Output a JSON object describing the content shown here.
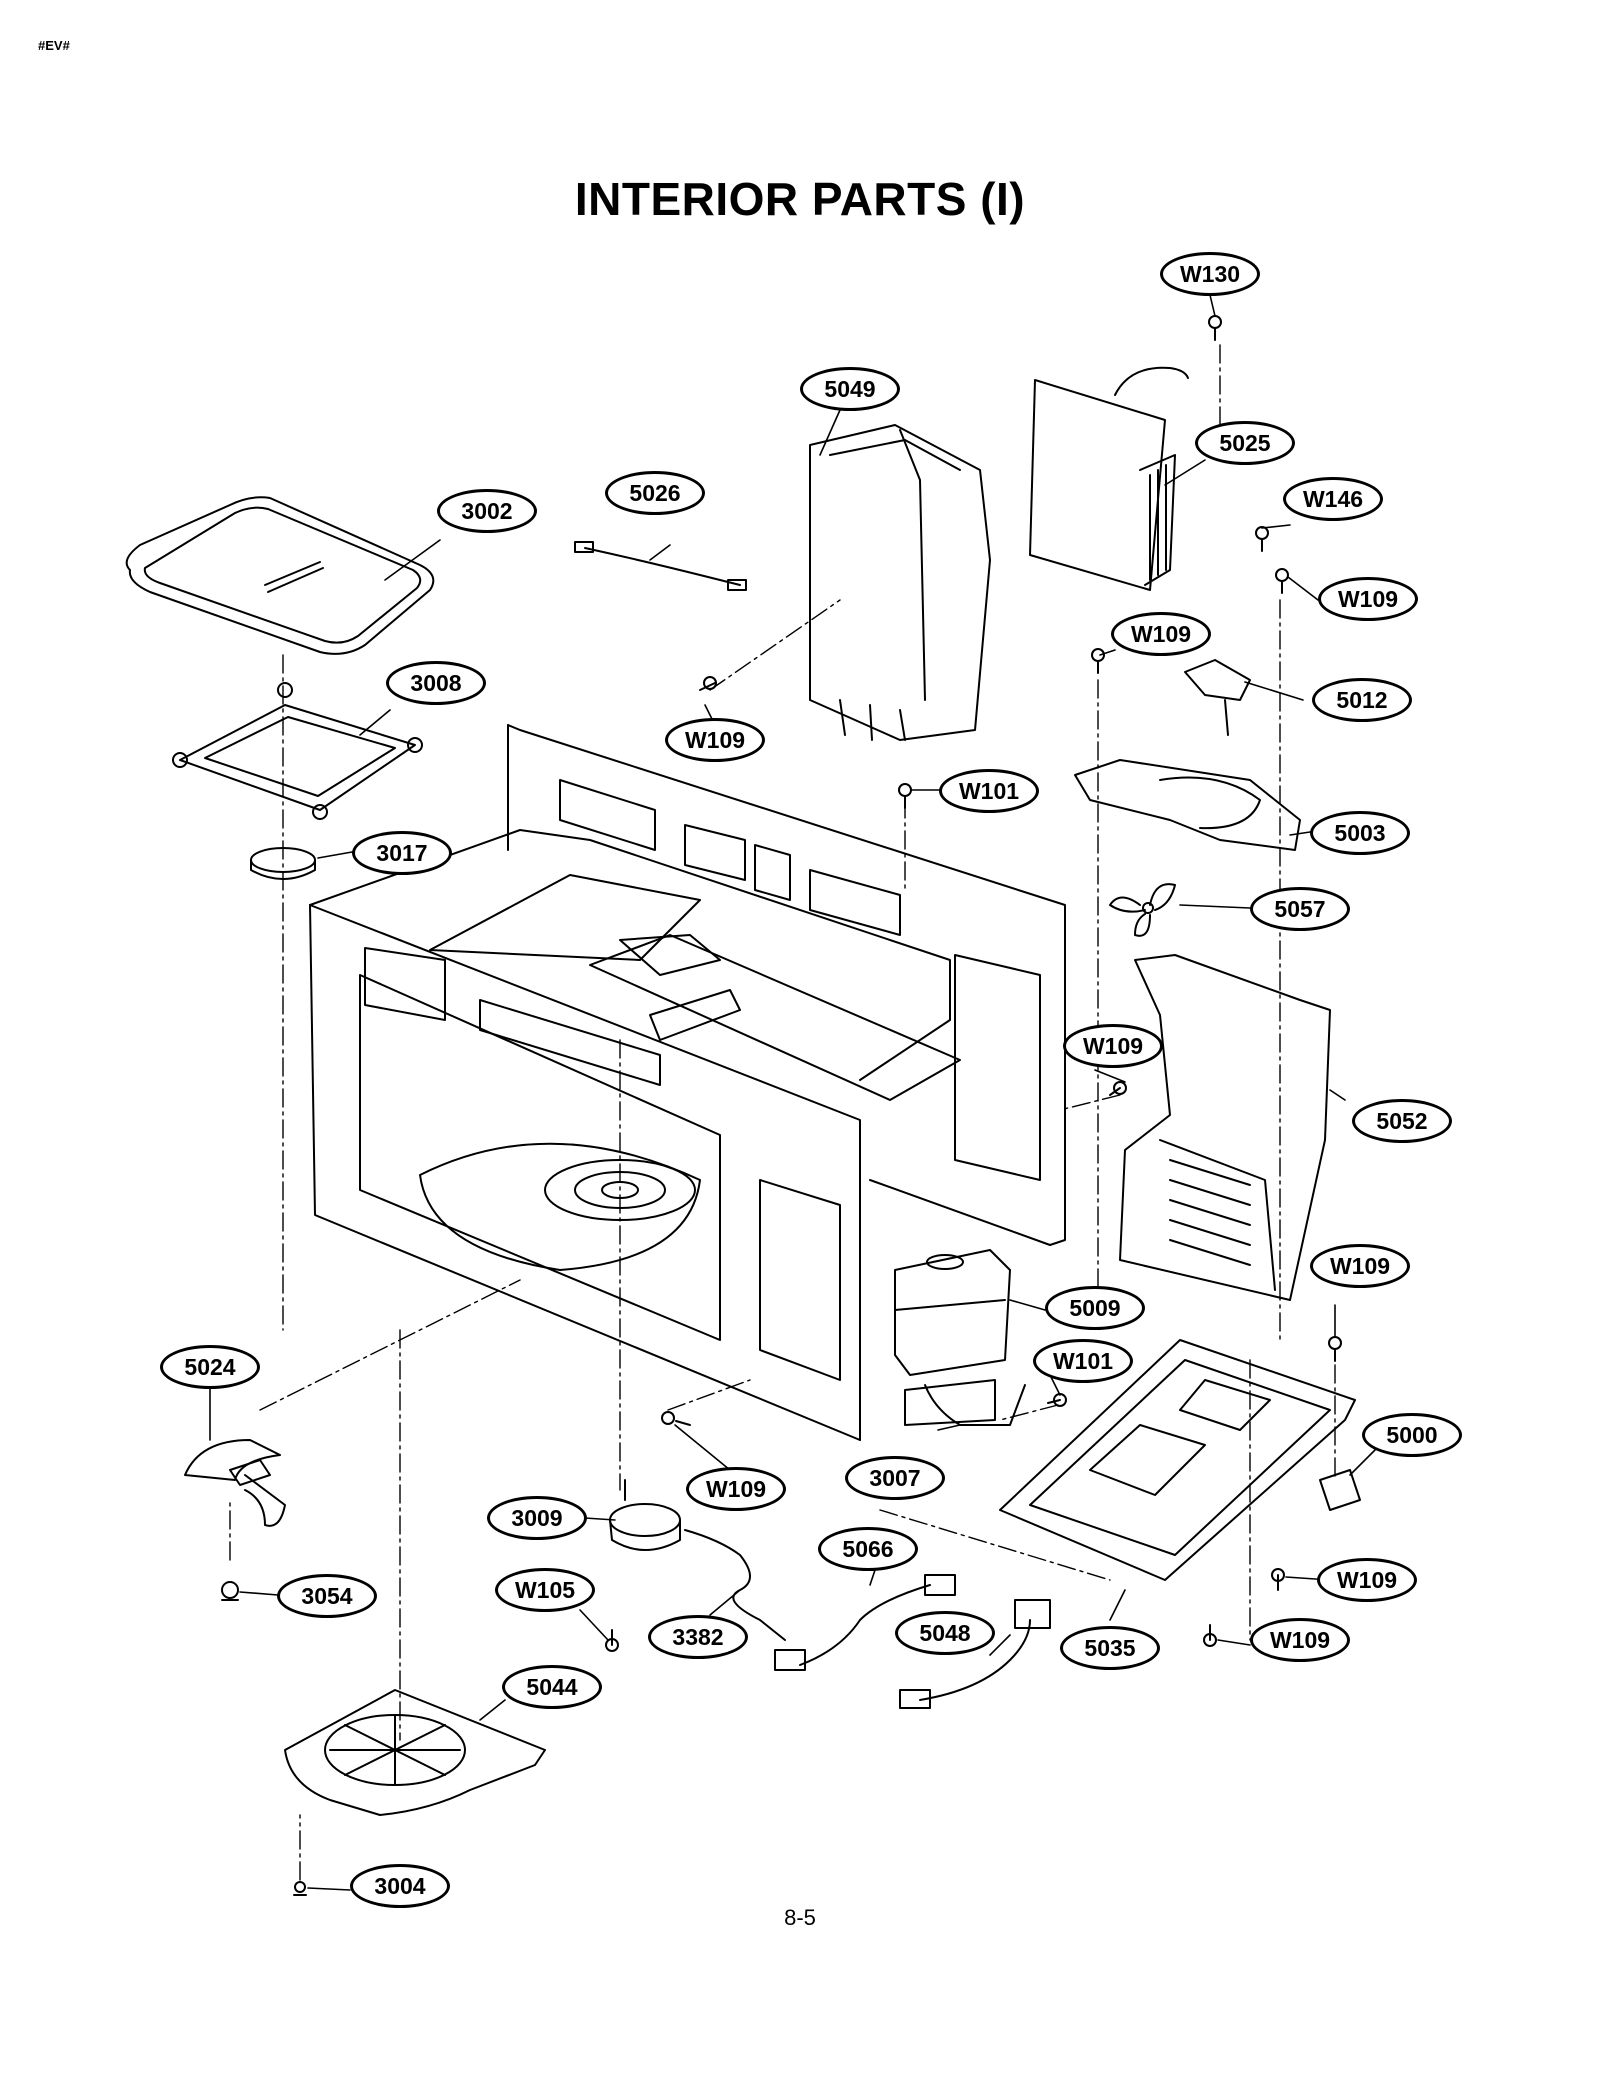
{
  "header": {
    "code": "#EV#"
  },
  "title": "INTERIOR PARTS (I)",
  "page_number": "8-5",
  "parts": {
    "w130": "W130",
    "p5049": "5049",
    "p5025": "5025",
    "w146": "W146",
    "p5026": "5026",
    "p3002": "3002",
    "w109_a": "W109",
    "w109_b": "W109",
    "p5012": "5012",
    "p3008": "3008",
    "w109_c": "W109",
    "w101_a": "W101",
    "p5003": "5003",
    "p3017": "3017",
    "p5057": "5057",
    "w109_d": "W109",
    "p5052": "5052",
    "w109_e": "W109",
    "p5009": "5009",
    "p5024": "5024",
    "w101_b": "W101",
    "p5000": "5000",
    "w109_f": "W109",
    "p3007": "3007",
    "p3009": "3009",
    "p5066": "5066",
    "w109_g": "W109",
    "p3054": "3054",
    "w105": "W105",
    "p5048": "5048",
    "p3382": "3382",
    "p5035": "5035",
    "w109_h": "W109",
    "p5044": "5044",
    "p3004": "3004"
  }
}
